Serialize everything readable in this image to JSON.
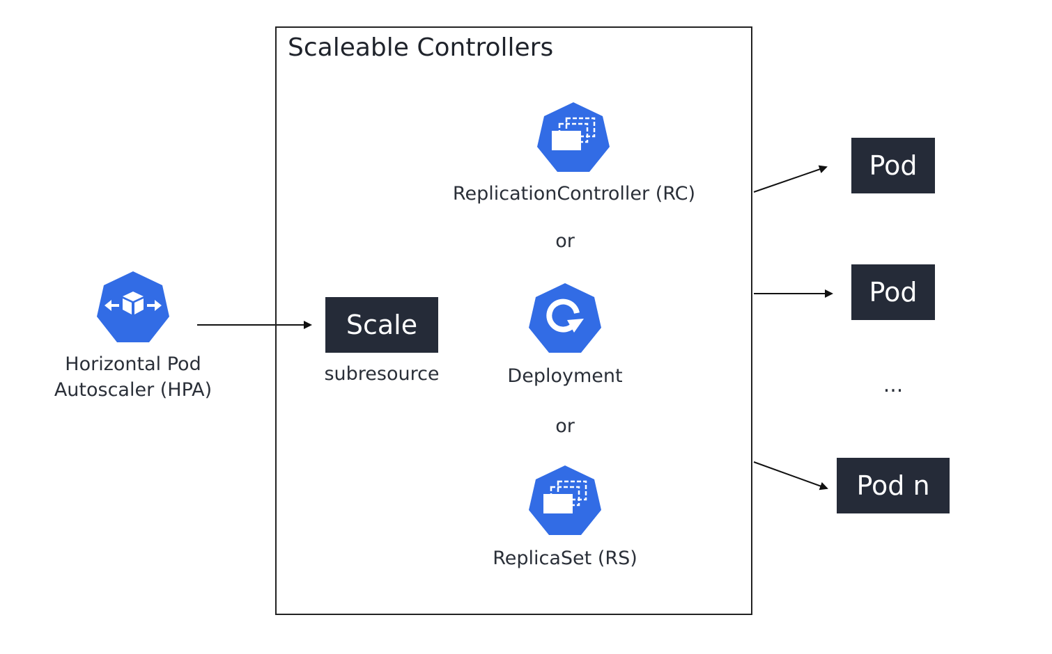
{
  "container": {
    "title": "Scaleable Controllers"
  },
  "hpa": {
    "label_line1": "Horizontal Pod",
    "label_line2": "Autoscaler (HPA)",
    "icon": "hpa-icon"
  },
  "scale": {
    "box_label": "Scale",
    "caption": "subresource"
  },
  "controllers": [
    {
      "label": "ReplicationController (RC)",
      "icon": "replication-controller-icon"
    },
    {
      "label": "Deployment",
      "icon": "deployment-icon"
    },
    {
      "label": "ReplicaSet (RS)",
      "icon": "replicaset-icon"
    }
  ],
  "separators": [
    "or",
    "or"
  ],
  "pods": [
    "Pod",
    "Pod",
    "Pod n"
  ],
  "ellipsis": "...",
  "colors": {
    "k8s_blue": "#326ce5",
    "dark_box": "#252b38",
    "outline": "#222222"
  }
}
